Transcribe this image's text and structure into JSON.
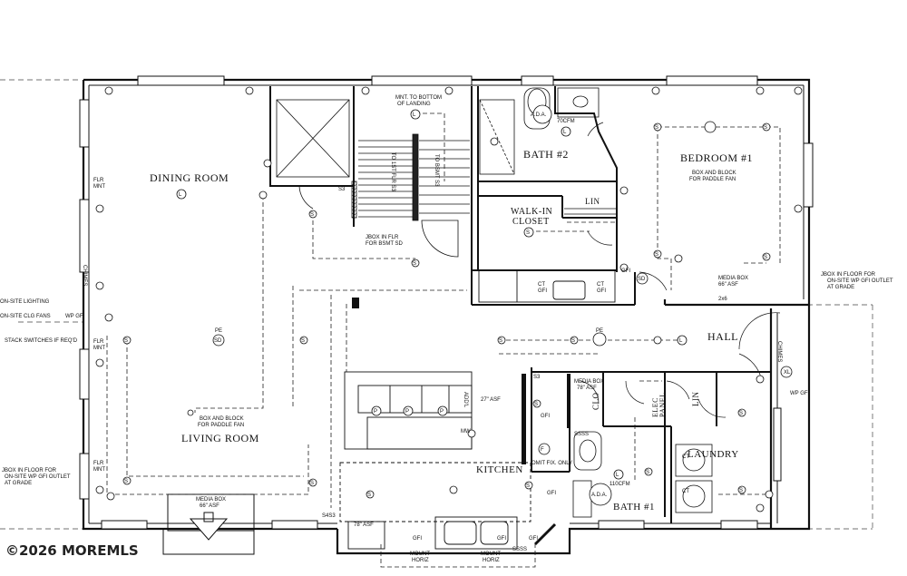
{
  "rooms": {
    "dining_room": "DINING ROOM",
    "bath2": "BATH #2",
    "bedroom1": "BEDROOM #1",
    "walkin_closet_1": "WALK-IN",
    "walkin_closet_2": "CLOSET",
    "hall": "HALL",
    "living_room": "LIVING ROOM",
    "kitchen": "KITCHEN",
    "laundry": "LAUNDRY",
    "bath1": "BATH #1",
    "lin1": "LIN",
    "lin2": "LIN",
    "clo": "CLO",
    "elec_panel_1": "ELEC",
    "elec_panel_2": "PANEL"
  },
  "notes": {
    "mnt_bottom_1": "MNT. TO BOTTOM",
    "mnt_bottom_2": "OF LANDING",
    "jbox_bsmt_1": "JBOX IN FLR",
    "jbox_bsmt_2": "FOR BSMT SD",
    "box_block_bed_1": "BOX AND BLOCK",
    "box_block_bed_2": "FOR PADDLE FAN",
    "box_block_liv_1": "BOX AND BLOCK",
    "box_block_liv_2": "FOR PADDLE FAN",
    "media_box_bed_1": "MEDIA BOX",
    "media_box_bed_2": "66\" ASF",
    "media_box_hall_1": "MEDIA BOX",
    "media_box_hall_2": "78\" ASF",
    "media_box_liv_1": "MEDIA BOX",
    "media_box_liv_2": "66\" ASF",
    "jbox_right_1": "JBOX IN FLOOR FOR",
    "jbox_right_2": "ON-SITE WP GFI OUTLET",
    "jbox_right_3": "AT GRADE",
    "jbox_left_1": "JBOX IN FLOOR FOR",
    "jbox_left_2": "ON-SITE WP GFI OUTLET",
    "jbox_left_3": "AT GRADE",
    "onsite_lighting": "ON-SITE LIGHTING",
    "onsite_clg_fans": "ON-SITE CLG FANS",
    "stack_switches": "STACK SWITCHES IF REQ'D",
    "omit_fix": "OMIT FIX. ONLY",
    "cfm70": "70CFM",
    "cfm110": "110CFM",
    "ada": "A.D.A.",
    "ada2": "A.D.A.",
    "flr_mnt": "FLR",
    "flr_mnt_2": "MNT",
    "chimes": "CHIMES",
    "chimes2": "CHIMES",
    "mount_horiz": "MOUNT",
    "mount_horiz_2": "HORIZ",
    "to_1st_flr": "TO 1ST FLR S3",
    "to_bsmt": "TO BSMT S3",
    "asf27": "27\" ASF",
    "asf78": "78\" ASF",
    "add1": "ADD'L",
    "mw": "MW",
    "pe": "PE",
    "wp_gfi": "WP GFI",
    "xl": "XL"
  },
  "symbols": {
    "S": "S",
    "L": "L",
    "F": "F",
    "P": "P",
    "SD": "SD",
    "S3": "S3",
    "S4S3": "S4S3",
    "GFI": "GFI",
    "CT": "CT",
    "SSSS": "SSSS",
    "26": "2x6"
  },
  "watermark": "©2026 MOREMLS"
}
